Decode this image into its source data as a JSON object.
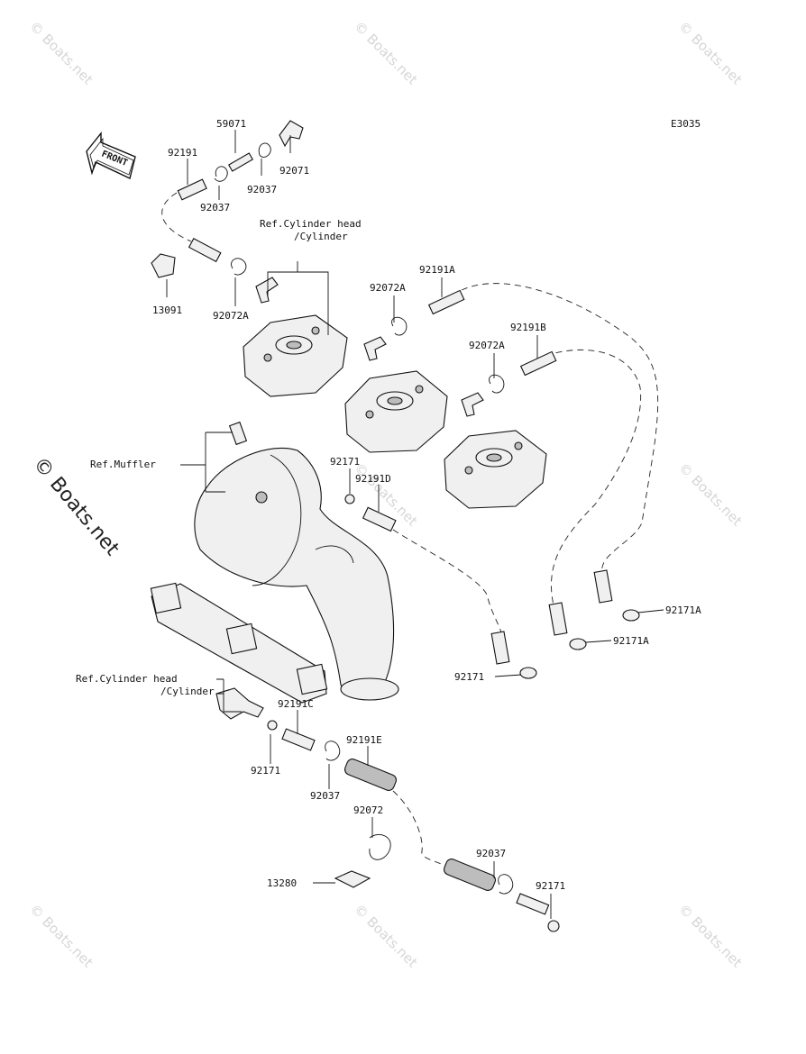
{
  "diagram_code": "E3035",
  "front_label": "FRONT",
  "watermark": "© Boats.net",
  "callouts": [
    {
      "id": "c1",
      "text": "59071"
    },
    {
      "id": "c2",
      "text": "92191"
    },
    {
      "id": "c3",
      "text": "92037"
    },
    {
      "id": "c4",
      "text": "92071"
    },
    {
      "id": "c5",
      "text": "92037"
    },
    {
      "id": "c6",
      "text": "Ref.Cylinder head"
    },
    {
      "id": "c7",
      "text": "/Cylinder"
    },
    {
      "id": "c8",
      "text": "13091"
    },
    {
      "id": "c9",
      "text": "92072A"
    },
    {
      "id": "c10",
      "text": "92191A"
    },
    {
      "id": "c11",
      "text": "92072A"
    },
    {
      "id": "c12",
      "text": "92191B"
    },
    {
      "id": "c13",
      "text": "92072A"
    },
    {
      "id": "c14",
      "text": "Ref.Muffler"
    },
    {
      "id": "c15",
      "text": "92171"
    },
    {
      "id": "c16",
      "text": "92191D"
    },
    {
      "id": "c17",
      "text": "92171A"
    },
    {
      "id": "c18",
      "text": "92171A"
    },
    {
      "id": "c19",
      "text": "92171"
    },
    {
      "id": "c20",
      "text": "Ref.Cylinder head"
    },
    {
      "id": "c21",
      "text": "/Cylinder"
    },
    {
      "id": "c22",
      "text": "92191C"
    },
    {
      "id": "c23",
      "text": "92171"
    },
    {
      "id": "c24",
      "text": "92191E"
    },
    {
      "id": "c25",
      "text": "92037"
    },
    {
      "id": "c26",
      "text": "92072"
    },
    {
      "id": "c27",
      "text": "92037"
    },
    {
      "id": "c28",
      "text": "13280"
    },
    {
      "id": "c29",
      "text": "92171"
    }
  ]
}
